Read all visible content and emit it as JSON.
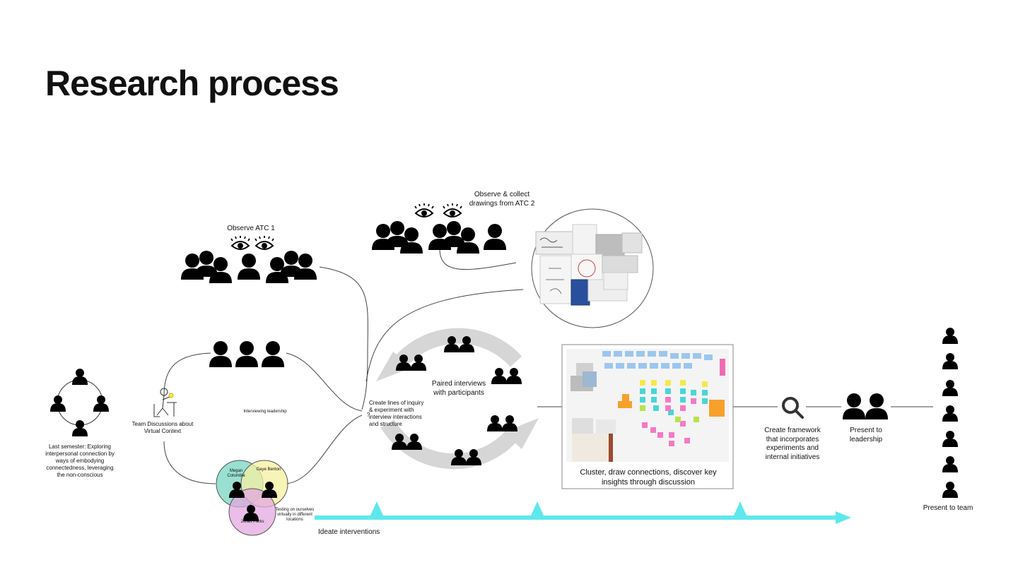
{
  "title": "Research process",
  "labels": {
    "observe_atc1": "Observe ATC 1",
    "observe_atc2": "Observe & collect drawings from ATC 2",
    "last_semester": "Last semester: Exploring interpersonal connection by ways of embodying connectedness, leveraging the non-conscious",
    "team_discussions": "Team Discussions about Virtual Context",
    "interviewing_leadership": "Interviewing leadership",
    "create_lines": "Create lines of inquiry & experiment with interview interactions and structure",
    "question_mark": "?",
    "paired_interviews": "Paired interviews with participants",
    "cluster": "Cluster, draw connections, discover key insights through discussion",
    "create_framework": "Create framework that incorporates experiments and internal initiatives",
    "present_leadership": "Present to leadership",
    "present_team": "Present to team",
    "testing_ourselves": "Testing on ourselves virtually in different locations",
    "ideate": "Ideate interventions"
  },
  "people": {
    "megan": "Megan Colombie",
    "gaye": "Gaye Benton",
    "jonas": "Jonas Parks"
  },
  "colors": {
    "timeline": "#5ee8ec",
    "cycle_arrow": "#d6d6d6",
    "venn_teal": "#7fd8c8",
    "venn_yellow": "#f5f0a0",
    "venn_pink": "#e3a8e0",
    "icon": "#000000"
  },
  "icons": [
    "person-icon",
    "eye-icon",
    "magnifier-icon",
    "lightbulb-desk-icon"
  ]
}
